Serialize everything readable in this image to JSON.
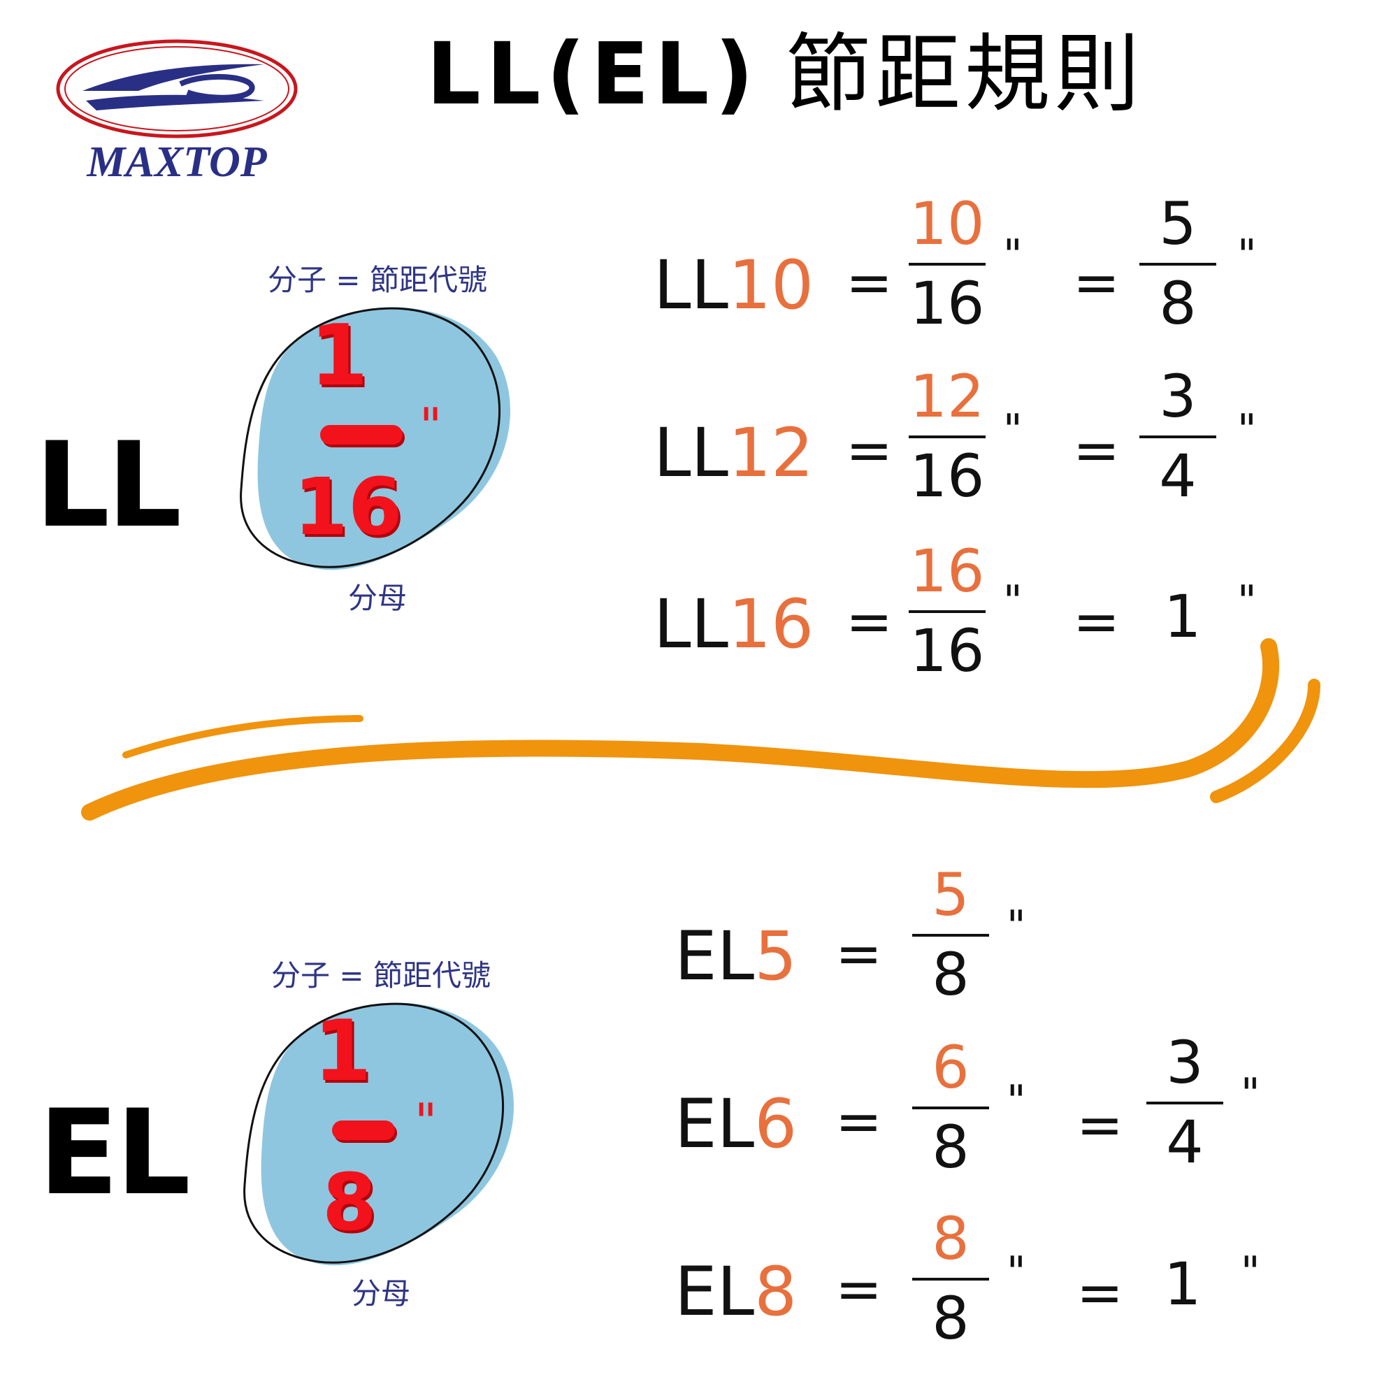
{
  "header": {
    "logo_text": "MAXTOP",
    "title_latin": "LL(EL)",
    "title_cjk": "節距規則"
  },
  "colors": {
    "orange": "#e8703d",
    "red": "#f2121c",
    "blob_blue": "#8ec6df",
    "navy": "#2f3584",
    "swoosh": "#f0930d"
  },
  "ll": {
    "label": "LL",
    "explainer": {
      "numerator_note": "分子 = 節距代號",
      "denominator_note": "分母",
      "numerator": "1",
      "denominator": "16",
      "inch": "\""
    },
    "rows": [
      {
        "prefix": "LL",
        "code": "10",
        "eq1": "=",
        "num": "10",
        "den": "16",
        "inch1": "\"",
        "eq2": "=",
        "snum": "5",
        "sden": "8",
        "inch2": "\""
      },
      {
        "prefix": "LL",
        "code": "12",
        "eq1": "=",
        "num": "12",
        "den": "16",
        "inch1": "\"",
        "eq2": "=",
        "snum": "3",
        "sden": "4",
        "inch2": "\""
      },
      {
        "prefix": "LL",
        "code": "16",
        "eq1": "=",
        "num": "16",
        "den": "16",
        "inch1": "\"",
        "eq2": "=",
        "whole": "1",
        "inch2": "\""
      }
    ]
  },
  "el": {
    "label": "EL",
    "explainer": {
      "numerator_note": "分子 = 節距代號",
      "denominator_note": "分母",
      "numerator": "1",
      "denominator": "8",
      "inch": "\""
    },
    "rows": [
      {
        "prefix": "EL",
        "code": "5",
        "eq1": "=",
        "num": "5",
        "den": "8",
        "inch1": "\""
      },
      {
        "prefix": "EL",
        "code": "6",
        "eq1": "=",
        "num": "6",
        "den": "8",
        "inch1": "\"",
        "eq2": "=",
        "snum": "3",
        "sden": "4",
        "inch2": "\""
      },
      {
        "prefix": "EL",
        "code": "8",
        "eq1": "=",
        "num": "8",
        "den": "8",
        "inch1": "\"",
        "eq2": "=",
        "whole": "1",
        "inch2": "\""
      }
    ]
  }
}
